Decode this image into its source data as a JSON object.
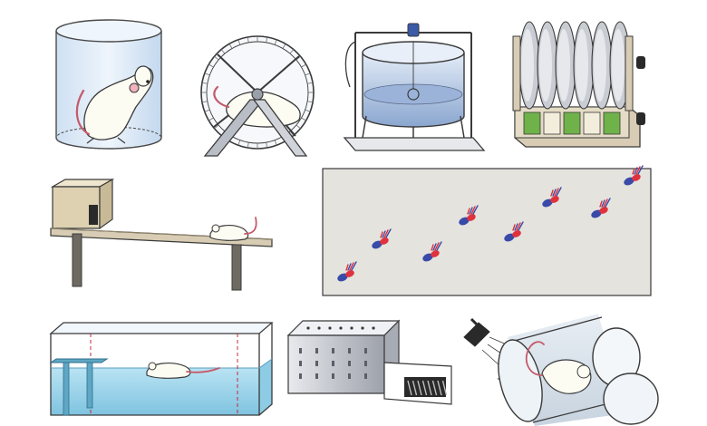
{
  "figure": {
    "panels": [
      {
        "id": "cylinder-test",
        "icon": "rat-in-cylinder-icon"
      },
      {
        "id": "running-wheel",
        "icon": "rat-in-running-wheel-icon"
      },
      {
        "id": "rotarod-drum",
        "icon": "rotating-drum-apparatus-icon"
      },
      {
        "id": "rotarod-multilane",
        "icon": "multi-lane-rotarod-icon"
      },
      {
        "id": "beam-walking",
        "icon": "rat-on-beam-icon"
      },
      {
        "id": "footprint-analysis",
        "icon": "paw-print-track-icon"
      },
      {
        "id": "water-maze",
        "icon": "rat-swimming-tank-icon"
      },
      {
        "id": "grid-ladder-box",
        "icon": "grid-box-with-ladder-icon"
      },
      {
        "id": "restraint-tube",
        "icon": "rat-in-tube-with-lamp-icon"
      }
    ],
    "colors": {
      "outline": "#3a3a3a",
      "glass": "#dceaf7",
      "glass_dark": "#b9cfe8",
      "water": "#9fd6ec",
      "fur": "#fdfcf3",
      "tail": "#c45a6a",
      "wood": "#d8cdb4",
      "wood_dark": "#a89878",
      "paper": "#e4e3de",
      "paw_red": "#e0323c",
      "paw_blue": "#3a4aa8",
      "metal": "#c9ccd2",
      "green": "#6fb24a"
    }
  }
}
